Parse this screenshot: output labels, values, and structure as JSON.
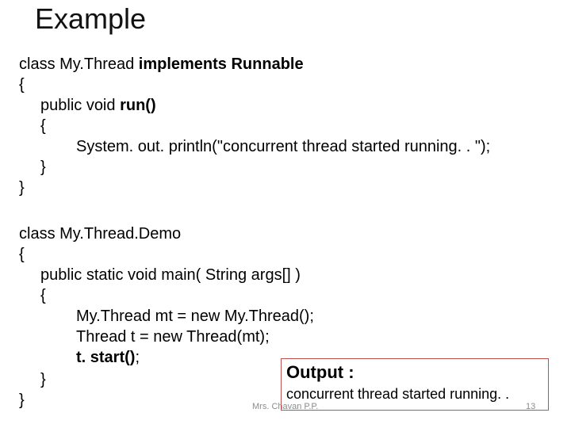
{
  "slide": {
    "title": "Example"
  },
  "code": {
    "l1a": "class My.Thread ",
    "l1b": "implements Runnable",
    "l2": "{",
    "l3a": "public void ",
    "l3b": "run()",
    "l4": "{",
    "l5": "System. out. println(\"concurrent thread started running. . \");",
    "l6": "}",
    "l7": "}",
    "l8": "class My.Thread.Demo",
    "l9": "{",
    "l10": "public static void main( String args[] )",
    "l11": "{",
    "l12": "My.Thread mt = new My.Thread();",
    "l13": "Thread t = new Thread(mt);",
    "l14": "t. start()",
    "l14b": ";",
    "l15": "}",
    "l16": "}"
  },
  "output": {
    "label": "Output :",
    "text": "concurrent thread started running. ."
  },
  "footer": {
    "author": "Mrs. Chavan P.P.",
    "page": "13"
  }
}
